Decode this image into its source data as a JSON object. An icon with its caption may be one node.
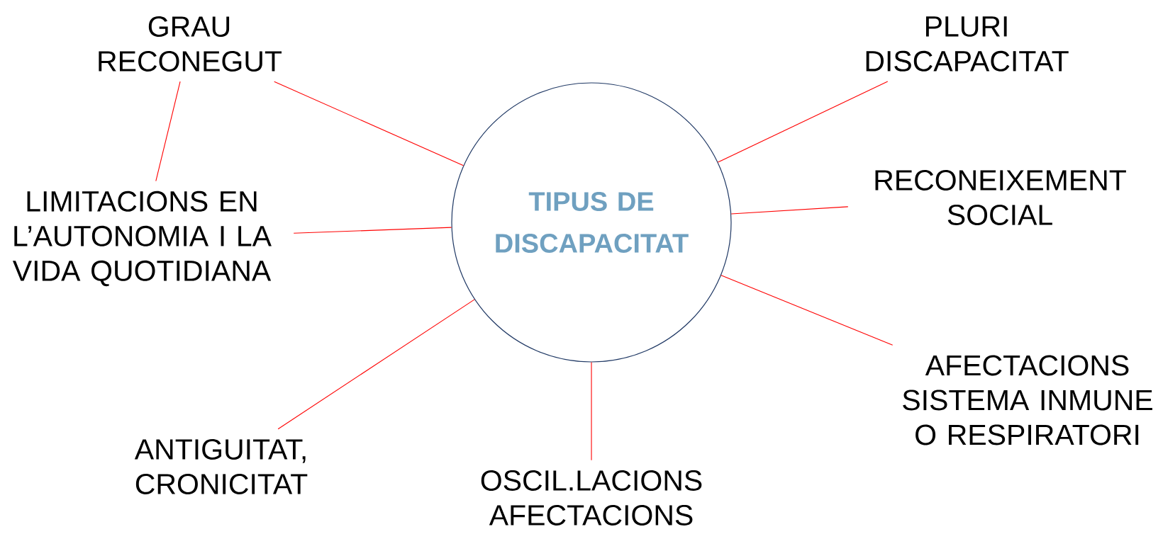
{
  "diagram": {
    "nodes": [
      {
        "text": [
          "TIPUS DE DISCAPACITAT"
        ]
      },
      {
        "text": [
          "GRAU RECONEGUT"
        ]
      },
      {
        "text": [
          "PLURI DISCAPACITAT"
        ]
      },
      {
        "text": [
          "LIMITACIONS EN L’AUTONOMIA I LA VIDA QUOTIDIANA"
        ]
      },
      {
        "text": [
          "RECONEIXEMENT SOCIAL"
        ]
      },
      {
        "text": [
          "ANTIGUITAT, CRONICITAT"
        ]
      },
      {
        "text": [
          "AFECTACIONS SISTEMA INMUNE O RESPIRATORI"
        ]
      },
      {
        "text": [
          "OSCIL.LACIONS AFECTACIONS"
        ]
      }
    ],
    "edges": [
      {
        "from": 0,
        "to": 1,
        "arrow": "none"
      },
      {
        "from": 0,
        "to": 2,
        "arrow": "none"
      },
      {
        "from": 1,
        "to": 3,
        "arrow": "none"
      },
      {
        "from": 0,
        "to": 3,
        "arrow": "none"
      },
      {
        "from": 0,
        "to": 4,
        "arrow": "none"
      },
      {
        "from": 0,
        "to": 5,
        "arrow": "none"
      },
      {
        "from": 0,
        "to": 6,
        "arrow": "none"
      },
      {
        "from": 0,
        "to": 7,
        "arrow": "none"
      }
    ]
  }
}
